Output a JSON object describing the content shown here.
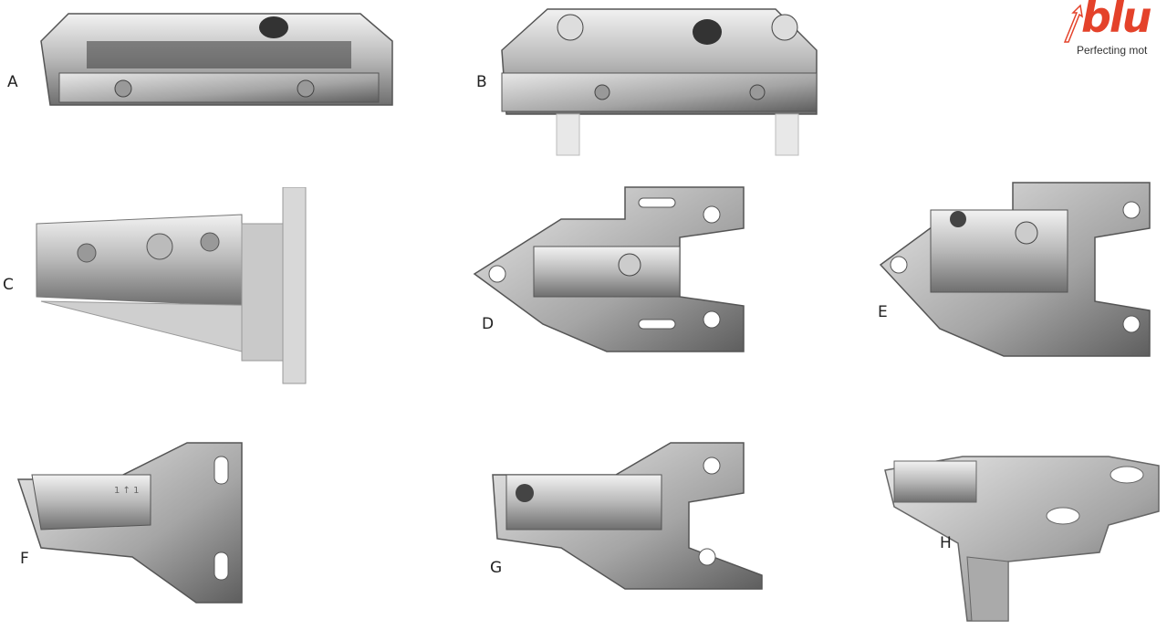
{
  "brand": {
    "wordmark": "blu",
    "tagline": "Perfecting mot",
    "accent_color": "#e4422a"
  },
  "labels": [
    "A",
    "B",
    "C",
    "D",
    "E",
    "F",
    "G",
    "H"
  ],
  "product_icons": [
    "mounting-plate-a",
    "mounting-plate-b",
    "mounting-plate-c",
    "mounting-plate-d",
    "mounting-plate-e",
    "mounting-plate-f",
    "mounting-plate-g",
    "mounting-plate-h"
  ]
}
